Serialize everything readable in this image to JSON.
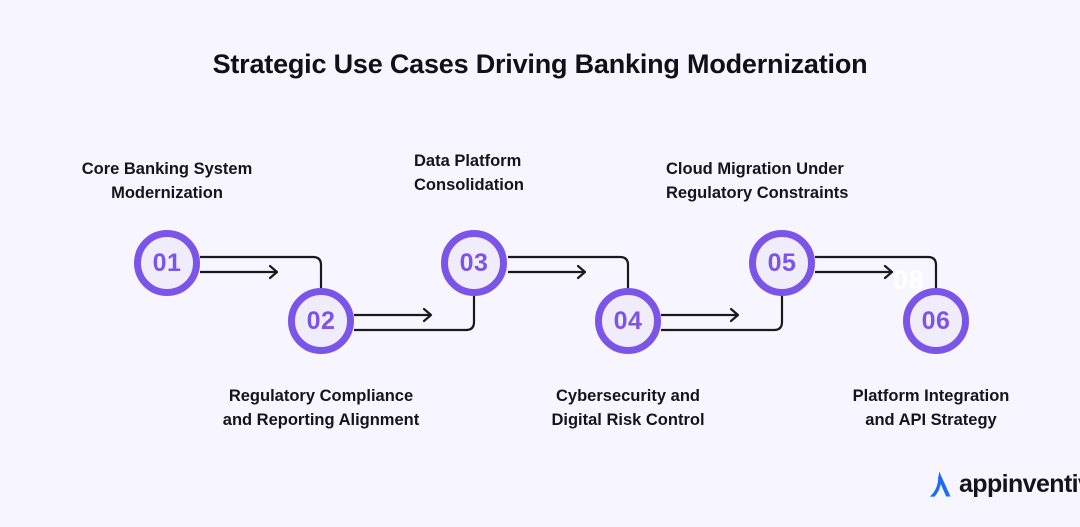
{
  "page": {
    "background_color": "#f7f5ff",
    "title": "Strategic Use Cases Driving Banking Modernization"
  },
  "theme": {
    "node_ring_color": "#7b55e8",
    "node_fill_color": "#f0ecfb",
    "node_number_color": "#7b55e8",
    "connector_color": "#1a1a1a",
    "label_color": "#15141a",
    "logo_mark_color": "#1b6bf5"
  },
  "flow": {
    "steps": [
      {
        "number": "01",
        "label": "Core Banking System\nModernization",
        "position": "top"
      },
      {
        "number": "02",
        "label": "Regulatory Compliance\nand Reporting Alignment",
        "position": "bottom"
      },
      {
        "number": "03",
        "label": "Data Platform\nConsolidation",
        "position": "top"
      },
      {
        "number": "04",
        "label": "Cybersecurity and\nDigital Risk Control",
        "position": "bottom"
      },
      {
        "number": "05",
        "label": "Cloud Migration Under\nRegulatory Constraints",
        "position": "top"
      },
      {
        "number": "06",
        "label": "Platform Integration\nand API Strategy",
        "position": "bottom"
      }
    ]
  },
  "artifacts": {
    "ghost_number": "08"
  },
  "logo": {
    "mark_name": "appinventiv-a-mark",
    "wordmark": "appinventiv"
  }
}
